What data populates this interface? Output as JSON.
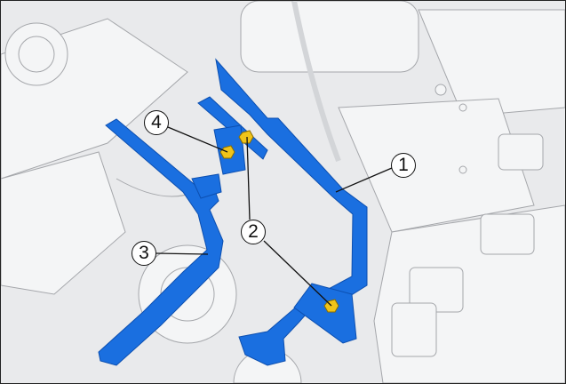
{
  "diagram": {
    "callouts": [
      {
        "label": "1",
        "part": "duct-1"
      },
      {
        "label": "2",
        "part": "nut-2"
      },
      {
        "label": "3",
        "part": "duct-3"
      },
      {
        "label": "4",
        "part": "nut-4"
      }
    ],
    "colors": {
      "part_highlight": "#1a6fe0",
      "fastener_highlight": "#f0c419",
      "background_parts": "#e9eaec",
      "outline": "#9a9ca0"
    }
  }
}
